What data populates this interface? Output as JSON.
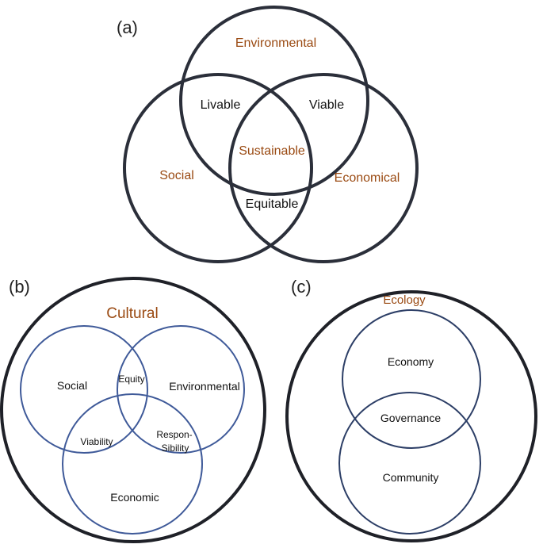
{
  "colors": {
    "circle_dark": "#2b2f3a",
    "circle_blue": "#3f5a99",
    "circle_navy": "#2c3e66",
    "label_accent": "#9a4a12",
    "label_dark": "#111111"
  },
  "panel_a": {
    "tag": "(a)",
    "environmental": "Environmental",
    "social": "Social",
    "economical": "Economical",
    "livable": "Livable",
    "viable": "Viable",
    "equitable": "Equitable",
    "sustainable": "Sustainable"
  },
  "panel_b": {
    "tag": "(b)",
    "cultural": "Cultural",
    "social": "Social",
    "environmental": "Environmental",
    "economic": "Economic",
    "equity": "Equity",
    "viability": "Viability",
    "responsibility_line1": "Respon-",
    "responsibility_line2": "Sibility"
  },
  "panel_c": {
    "tag": "(c)",
    "ecology": "Ecology",
    "economy": "Economy",
    "governance": "Governance",
    "community": "Community"
  }
}
